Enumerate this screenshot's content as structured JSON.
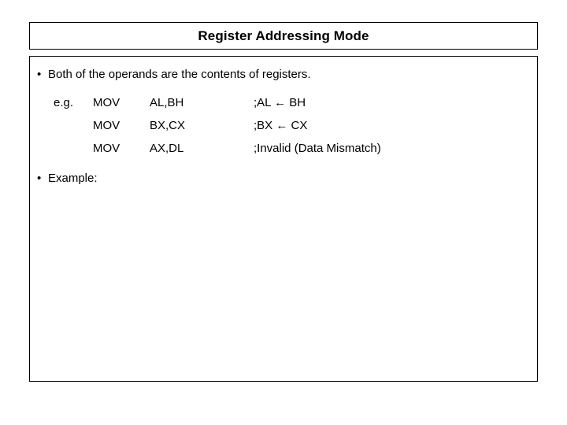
{
  "slide": {
    "title": "Register Addressing Mode",
    "bullet_marker": "•",
    "bullets": [
      {
        "text": "Both of the operands are the contents of registers."
      },
      {
        "text": "Example:"
      }
    ],
    "code": {
      "label": "e.g.",
      "rows": [
        {
          "label": "e.g.",
          "mnemonic": "MOV",
          "operands": "AL,BH",
          "comment": ";AL ← BH"
        },
        {
          "label": "",
          "mnemonic": "MOV",
          "operands": "BX,CX",
          "comment": ";BX ← CX"
        },
        {
          "label": "",
          "mnemonic": "MOV",
          "operands": "AX,DL",
          "comment": ";Invalid (Data Mismatch)"
        }
      ]
    }
  },
  "colors": {
    "background": "#ffffff",
    "text": "#000000",
    "border": "#000000"
  }
}
